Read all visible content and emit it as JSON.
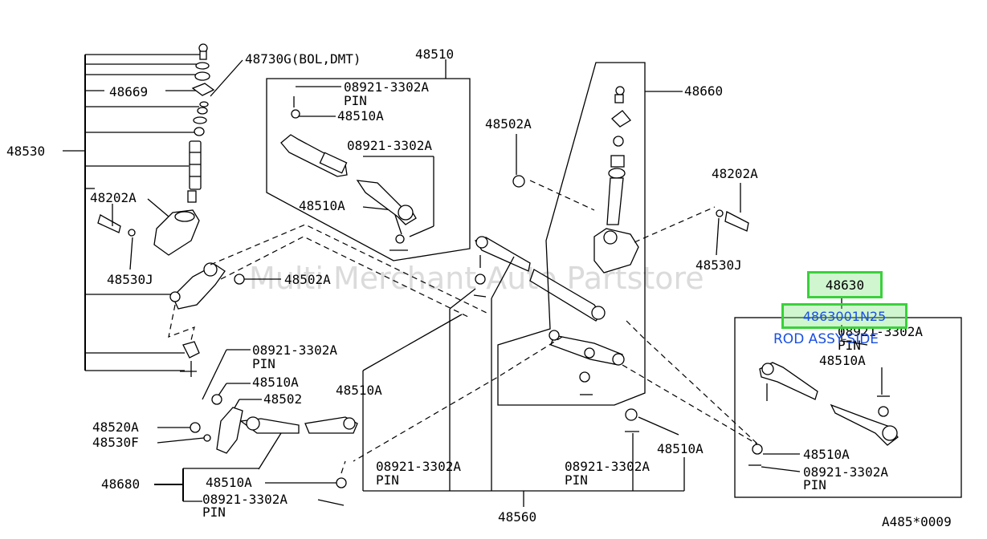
{
  "diagram": {
    "watermark": "Multi Merchant Auto Partstore",
    "figure_code": "A485*0009",
    "highlight": {
      "part_label": "48630",
      "part_number": "4863001N25",
      "description": "ROD ASSY-SIDE"
    },
    "labels": {
      "p48530": "48530",
      "p48730g": "48730G(BOL,DMT)",
      "p48669": "48669",
      "p48202a_left": "48202A",
      "p48530j_left": "48530J",
      "p48502a_mid": "48502A",
      "p48510_box": "48510",
      "box_pin1_code": "08921-3302A",
      "box_pin1_word": "PIN",
      "box_48510a_1": "48510A",
      "box_pin2_code": "08921-3302A",
      "box_48510a_2": "48510A",
      "p48502a_top": "48502A",
      "p48660": "48660",
      "p48202a_right": "48202A",
      "p48530j_right": "48530J",
      "left_pin_code": "08921-3302A",
      "left_pin_word": "PIN",
      "left_48510a": "48510A",
      "left_48502": "48502",
      "p48520a": "48520A",
      "p48530f": "48530F",
      "p48680": "48680",
      "p48680_48510a": "48510A",
      "p48680_pin_code": "08921-3302A",
      "p48680_pin_word": "PIN",
      "p48510a_c": "48510A",
      "bottom_pin1_code": "08921-3302A",
      "bottom_pin1_word": "PIN",
      "bottom_pin2_code": "08921-3302A",
      "bottom_pin2_word": "PIN",
      "p48510a_rc": "48510A",
      "p48560": "48560",
      "rbox_pin1_code": "08921-3302A",
      "rbox_pin1_word": "PIN",
      "rbox_48510a_1": "48510A",
      "rbox_48510a_2": "48510A",
      "rbox_pin2_code": "08921-3302A",
      "rbox_pin2_word": "PIN"
    }
  }
}
